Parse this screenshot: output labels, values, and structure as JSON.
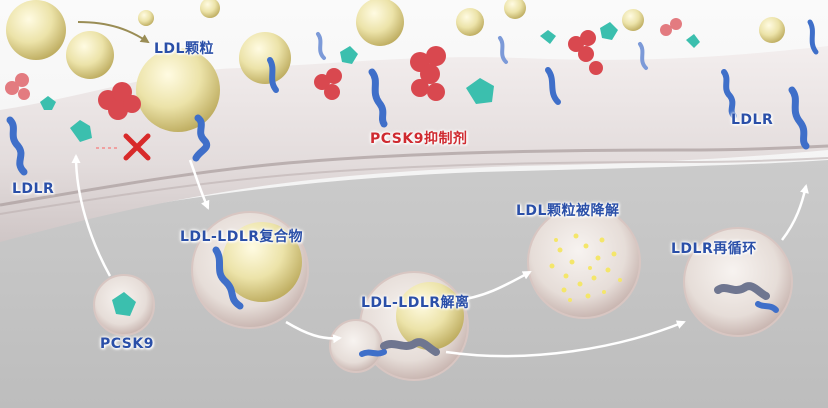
{
  "labels": {
    "ldl_particle": "LDL颗粒",
    "pcsk9_inhibitor": "PCSK9抑制剂",
    "ldlr_left": "LDLR",
    "ldlr_right": "LDLR",
    "ldl_ldlr_complex": "LDL-LDLR复合物",
    "ldl_degraded": "LDL颗粒被降解",
    "ldlr_recycle": "LDLR再循环",
    "ldl_ldlr_dissociate": "LDL-LDLR解离",
    "pcsk9": "PCSK9"
  },
  "colors": {
    "label_blue": "#2a4fa8",
    "label_red": "#cf2a30",
    "ldl_particle": "#e9e1a6",
    "ldlr": "#3f6fc9",
    "pcsk9": "#3bbfae",
    "inhibitor": "#d9484f",
    "block_mark": "#d82a2a"
  },
  "icons": {
    "block_mark": "x-mark-icon"
  }
}
